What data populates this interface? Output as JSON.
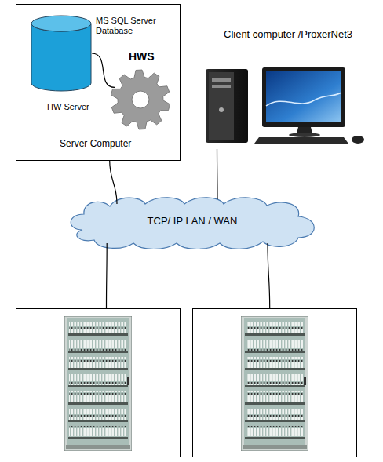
{
  "diagram": {
    "nodes": [
      {
        "text": [
          "Server Computer"
        ]
      },
      {
        "text": [
          "MS SQL Server Database"
        ],
        "in": 0
      },
      {
        "text": [
          "HWS",
          "HW Server"
        ],
        "in": 0
      },
      {
        "text": [
          "Client computer /ProxerNet3"
        ]
      },
      {
        "text": [
          "TCP/ IP LAN / WAN"
        ]
      },
      {
        "text": []
      },
      {
        "text": []
      }
    ],
    "edges": [
      {
        "from": 1,
        "to": 2,
        "arrow": "none"
      },
      {
        "from": 0,
        "to": 4,
        "arrow": "none"
      },
      {
        "from": 3,
        "to": 4,
        "arrow": "none"
      },
      {
        "from": 4,
        "to": 5,
        "arrow": "none"
      },
      {
        "from": 4,
        "to": 6,
        "arrow": "none"
      }
    ]
  }
}
